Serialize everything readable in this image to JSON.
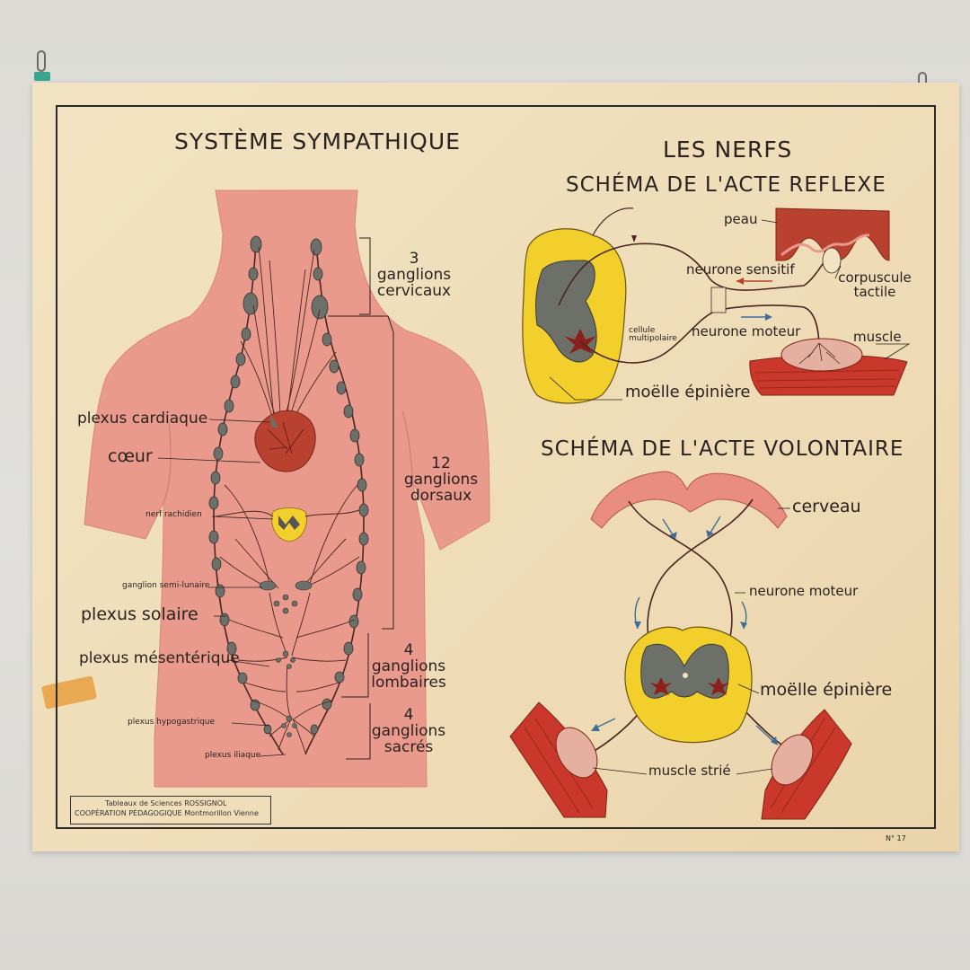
{
  "poster": {
    "left_title": "SYSTÈME SYMPATHIQUE",
    "right_title": "LES NERFS",
    "reflex_title": "SCHÉMA DE L'ACTE REFLEXE",
    "voluntary_title": "SCHÉMA DE L'ACTE VOLONTAIRE",
    "sheet_number": "N° 17"
  },
  "sympathetic_labels": {
    "cervical_count": "3",
    "cervical_text_1": "ganglions",
    "cervical_text_2": "cervicaux",
    "plexus_cardiaque": "plexus cardiaque",
    "coeur": "cœur",
    "dorsal_count": "12",
    "dorsal_text_1": "ganglions",
    "dorsal_text_2": "dorsaux",
    "nerf_rachidien": "nerf rachidien",
    "ganglion_semi_lunaire": "ganglion semi-lunaire",
    "plexus_solaire": "plexus solaire",
    "plexus_mesenterique": "plexus mésentérique",
    "lumbar_count": "4",
    "lumbar_text_1": "ganglions",
    "lumbar_text_2": "lombaires",
    "sacral_count": "4",
    "sacral_text_1": "ganglions",
    "sacral_text_2": "sacrés",
    "plexus_hypogastrique": "plexus hypogastrique",
    "plexus_iliaque": "plexus iliaque"
  },
  "reflex_labels": {
    "peau": "peau",
    "neurone_sensitif": "neurone sensitif",
    "corpuscule_1": "corpuscule",
    "corpuscule_2": "tactile",
    "cellule_1": "cellule",
    "cellule_2": "multipolaire",
    "neurone_moteur": "neurone moteur",
    "muscle": "muscle",
    "moelle": "moëlle épinière"
  },
  "voluntary_labels": {
    "cerveau": "cerveau",
    "neurone_moteur": "neurone moteur",
    "moelle": "moëlle épinière",
    "muscle_strie": "muscle strié"
  },
  "credit": {
    "line1": "Tableaux de Sciences ROSSIGNOL",
    "line2": "COOPÉRATION PÉDAGOGIQUE  Montmorillon    Vienne"
  },
  "colors": {
    "body_pink": "#e99a8c",
    "heart_red": "#b8412f",
    "ganglion_gray": "#6d7068",
    "marrow_yellow": "#f2cf2a",
    "muscle_red": "#c9382a",
    "nerve_brown": "#4a2622",
    "arrow_blue": "#3f6d96"
  }
}
